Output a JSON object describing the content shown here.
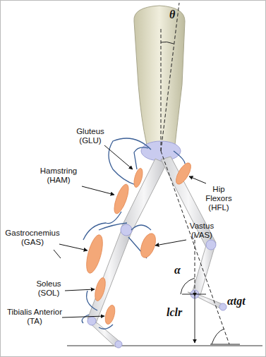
{
  "diagram": {
    "labels": [
      "Gluteus (GLU)",
      "Hamstring (HAM)",
      "Gastrocnemius (GAS)",
      "Soleus (SOL)",
      "Tibialis Anterior (TA)",
      "Hip Flexors (HFL)",
      "Vastus (VAS)",
      "θ",
      "α",
      "αtgt",
      "lclr"
    ]
  }
}
